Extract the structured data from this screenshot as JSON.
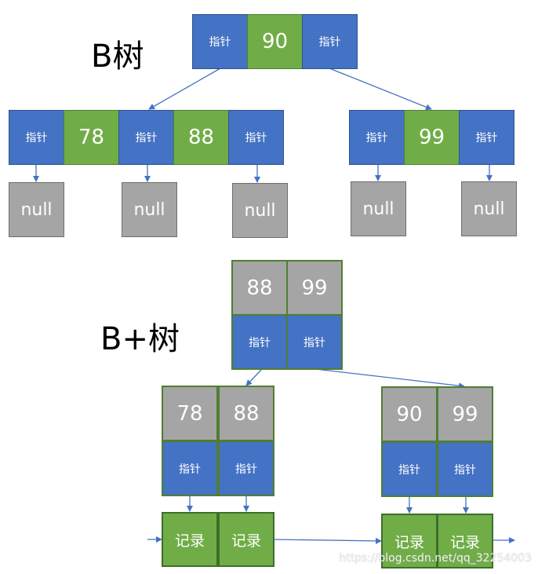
{
  "btree": {
    "title": "B树",
    "root": {
      "left_ptr": "指针",
      "key": "90",
      "right_ptr": "指针"
    },
    "left_child": {
      "p1": "指针",
      "k1": "78",
      "p2": "指针",
      "k2": "88",
      "p3": "指针"
    },
    "right_child": {
      "p1": "指针",
      "k1": "99",
      "p2": "指针"
    },
    "leaves": [
      "null",
      "null",
      "null",
      "null",
      "null"
    ]
  },
  "bplustree": {
    "title": "B+树",
    "root": {
      "keys": [
        "88",
        "99"
      ],
      "ptrs": [
        "指针",
        "指针"
      ]
    },
    "left_node": {
      "keys": [
        "78",
        "88"
      ],
      "ptrs": [
        "指针",
        "指针"
      ],
      "records": [
        "记录",
        "记录"
      ]
    },
    "right_node": {
      "keys": [
        "90",
        "99"
      ],
      "ptrs": [
        "指针",
        "指针"
      ],
      "records": [
        "记录",
        "记录"
      ]
    }
  },
  "watermark": "https://blog.csdn.net/qq_32254003",
  "colors": {
    "pointer": "#4472C4",
    "key_btree": "#70AD47",
    "leaf_null": "#A5A5A5",
    "key_bplus": "#A5A5A5",
    "record": "#70AD47",
    "arrow": "#4472C4"
  }
}
